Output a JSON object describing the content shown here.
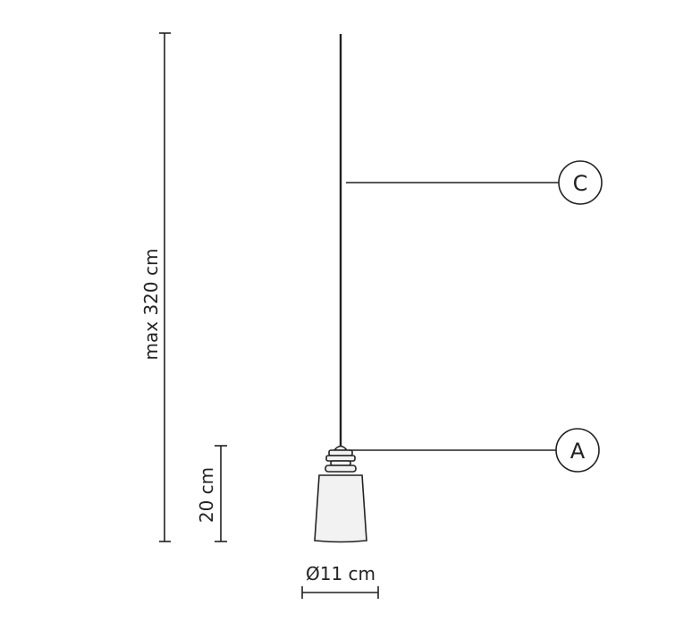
{
  "dimensions": {
    "overall_height": "max 320 cm",
    "shade_height": "20 cm",
    "diameter": "Ø11 cm"
  },
  "callouts": {
    "cable": "C",
    "lamp": "A"
  }
}
